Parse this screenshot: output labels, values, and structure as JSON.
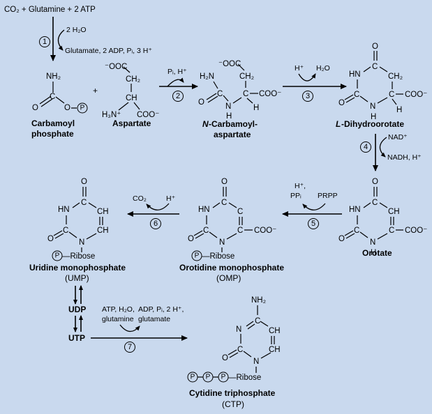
{
  "reactants_top": "CO₂ + Glutamine + 2 ATP",
  "step1": {
    "num": "1",
    "in": "2 H₂O",
    "out": "Glutamate, 2 ADP, Pᵢ, 3 H⁺"
  },
  "step2": {
    "num": "2",
    "in": "Pᵢ, H⁺"
  },
  "step3": {
    "num": "3",
    "in": "H⁺",
    "out": "H₂O"
  },
  "step4": {
    "num": "4",
    "in": "NAD⁺",
    "out": "NADH, H⁺"
  },
  "step5": {
    "num": "5",
    "in_a": "H⁺,",
    "in_b": "PPᵢ",
    "out": "PRPP"
  },
  "step6": {
    "num": "6",
    "out": "CO₂",
    "in": "H⁺"
  },
  "step7": {
    "num": "7",
    "in_a": "ATP, H₂O,",
    "in_b": "glutamine",
    "out_a": "ADP, Pᵢ, 2 H⁺,",
    "out_b": "glutamate"
  },
  "plus": "+",
  "phosphate": "P",
  "atoms": {
    "nh2": "NH₂",
    "o": "O",
    "c": "C",
    "ooc": "⁻OOC",
    "ch2": "CH₂",
    "ch": "CH",
    "h3n": "H₃N⁺",
    "coo": "COO⁻",
    "h2n": "H₂N",
    "n": "N",
    "h": "H",
    "hn": "HN",
    "ribose": "—Ribose"
  },
  "labels": {
    "carbamoyl_1": "Carbamoyl",
    "carbamoyl_2": "phosphate",
    "aspartate": "Aspartate",
    "ncarb_prefix": "N",
    "ncarb_1": "-Carbamoyl-",
    "ncarb_2": "aspartate",
    "dhoro_prefix": "L",
    "dhoro_rest": "-Dihydroorotate",
    "orotate": "Orotate",
    "omp_1": "Orotidine monophosphate",
    "omp_2": "(OMP)",
    "ump_1": "Uridine monophosphate",
    "ump_2": "(UMP)",
    "udp": "UDP",
    "utp": "UTP",
    "ctp_1": "Cytidine triphosphate",
    "ctp_2": "(CTP)"
  }
}
